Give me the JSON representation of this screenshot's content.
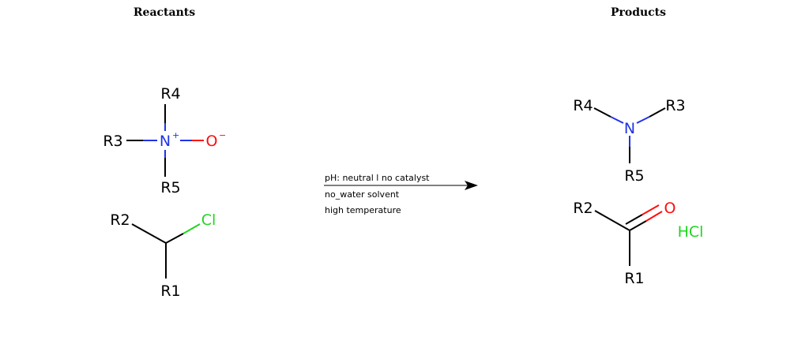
{
  "headings": {
    "reactants": "Reactants",
    "products": "Products"
  },
  "colors": {
    "carbon": "#000000",
    "nitrogen": "#1f33e6",
    "oxygen": "#ff0d0d",
    "chlorine": "#1fd61f"
  },
  "reactants": {
    "amine_oxide": {
      "r4": "R4",
      "r3": "R3",
      "r5": "R5",
      "n": "N",
      "n_charge": "+",
      "o": "O",
      "o_charge": "−"
    },
    "alkyl_chloride": {
      "r2": "R2",
      "r1": "R1",
      "cl": "Cl"
    }
  },
  "conditions": {
    "line1": "pH: neutral l no catalyst",
    "line2": "no_water solvent",
    "line3": "high temperature"
  },
  "products": {
    "amine": {
      "r4": "R4",
      "r3": "R3",
      "r5": "R5",
      "n": "N"
    },
    "carbonyl": {
      "r2": "R2",
      "r1": "R1",
      "o": "O"
    },
    "hcl": "HCl"
  }
}
